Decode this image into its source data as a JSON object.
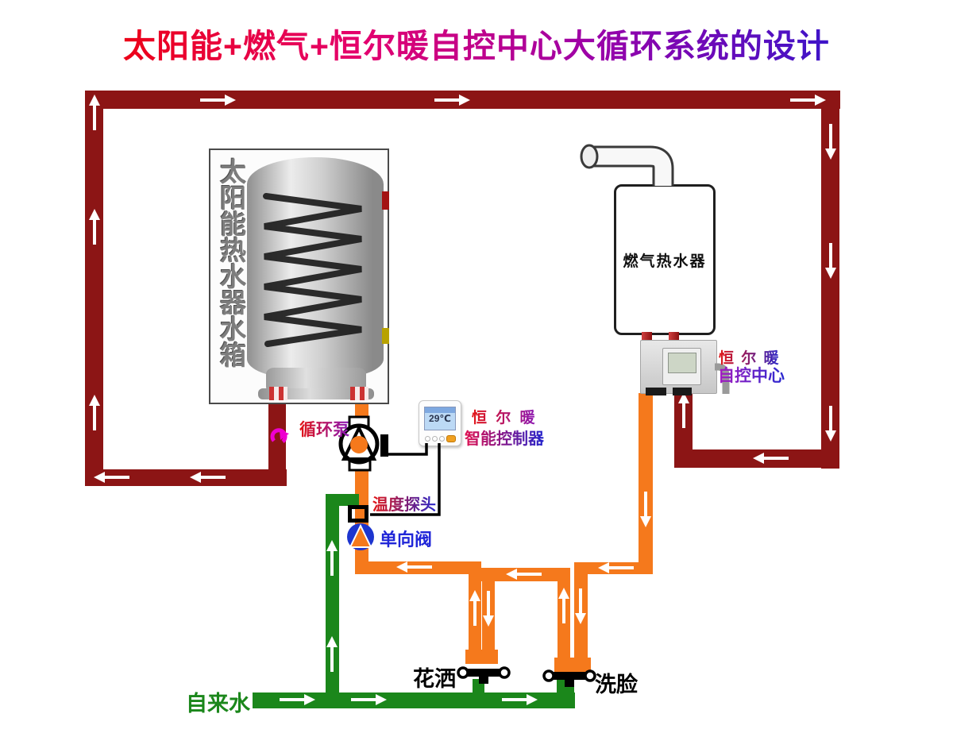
{
  "title": "太阳能+燃气+恒尔暖自控中心大循环系统的设计",
  "solar_tank": {
    "label": "太阳能热水器水箱"
  },
  "gas_heater": {
    "label": "燃气热水器"
  },
  "control_center": {
    "line1": "恒 尔 暖",
    "line2": "自控中心"
  },
  "pump": {
    "label": "循环泵"
  },
  "controller": {
    "line1": "恒 尔 暖",
    "line2": "智能控制器",
    "display": "29℃"
  },
  "temp_probe": {
    "label": "温度探头"
  },
  "check_valve": {
    "label": "单向阀"
  },
  "tap_water": {
    "label": "自来水"
  },
  "fixtures": {
    "shower": "花洒",
    "basin": "洗脸"
  },
  "colors": {
    "return_loop_pipe": "#8C1515",
    "hot_water_pipe": "#F5791C",
    "cold_water_pipe": "#1B871B",
    "check_valve_blue": "#1D35CF",
    "rotation_arrow_magenta": "#EE00D0",
    "title_gradient_start": "#EE0000",
    "title_gradient_end": "#1B1BD4"
  }
}
